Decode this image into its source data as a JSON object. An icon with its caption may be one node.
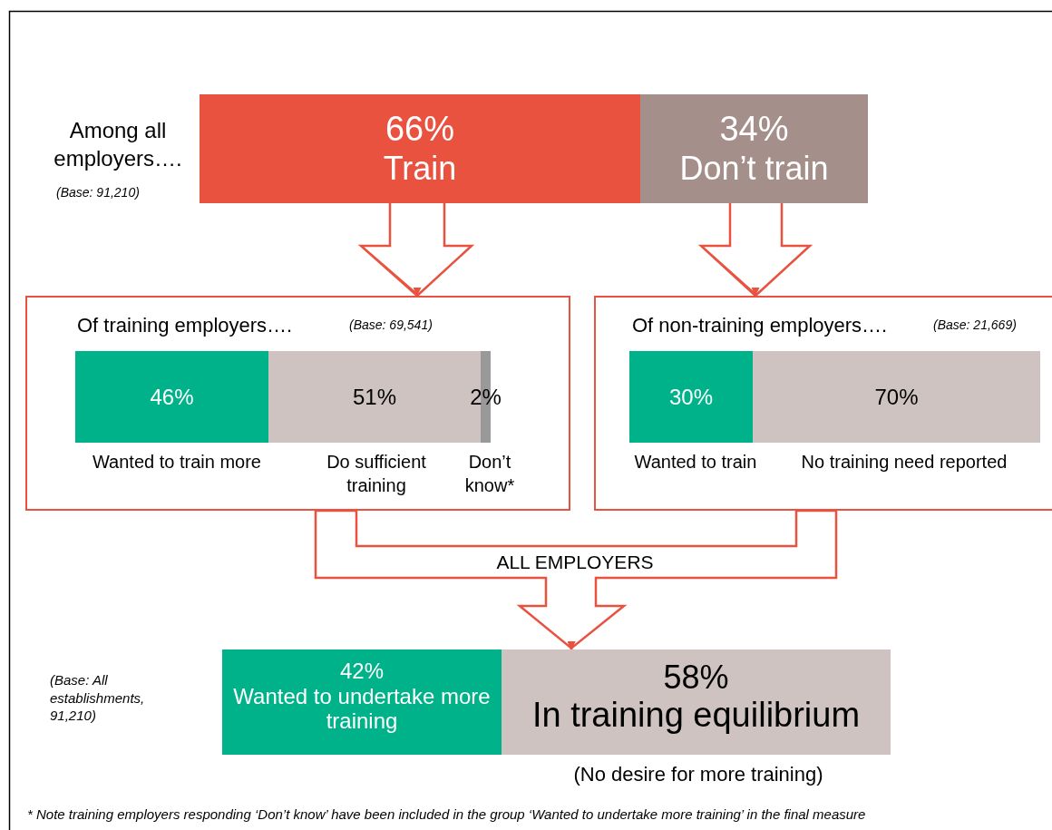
{
  "diagram": {
    "nodes": [
      {
        "text": [
          "66%",
          "Train"
        ]
      },
      {
        "text": [
          "34%",
          "Don’t train"
        ]
      },
      {
        "text": [
          "Of training employers….",
          "(Base: 69,541)"
        ]
      },
      {
        "text": [
          "46%"
        ],
        "in": 2,
        "beside": [
          "Wanted to train more"
        ]
      },
      {
        "text": [
          "51%"
        ],
        "in": 2,
        "beside": [
          "Do sufficient training"
        ]
      },
      {
        "text": [
          "2%"
        ],
        "in": 2,
        "beside": [
          "Don’t know*"
        ]
      },
      {
        "text": [
          "Of non-training employers….",
          "(Base: 21,669)"
        ]
      },
      {
        "text": [
          "30%"
        ],
        "in": 6,
        "beside": [
          "Wanted to train"
        ]
      },
      {
        "text": [
          "70%"
        ],
        "in": 6,
        "beside": [
          "No training need reported"
        ]
      },
      {
        "text": [
          "42%",
          "Wanted to undertake more training"
        ]
      },
      {
        "text": [
          "58%",
          "In training equilibrium"
        ],
        "beside": [
          "(No desire for more training)"
        ]
      }
    ],
    "edges": [
      {
        "from": 0,
        "to": 2,
        "arrow": "to"
      },
      {
        "from": 1,
        "to": 6,
        "arrow": "to"
      },
      {
        "from": 2,
        "to": 10,
        "arrow": "to",
        "label": "ALL EMPLOYERS"
      },
      {
        "from": 6,
        "to": 10,
        "arrow": "to"
      }
    ],
    "labels": [
      "Among all employers….",
      "(Base: 91,210)",
      "(Base: All establishments, 91,210)",
      "* Note training employers responding ‘Don’t know’ have been included in the group ‘Wanted to undertake more training’ in the final measure"
    ]
  }
}
